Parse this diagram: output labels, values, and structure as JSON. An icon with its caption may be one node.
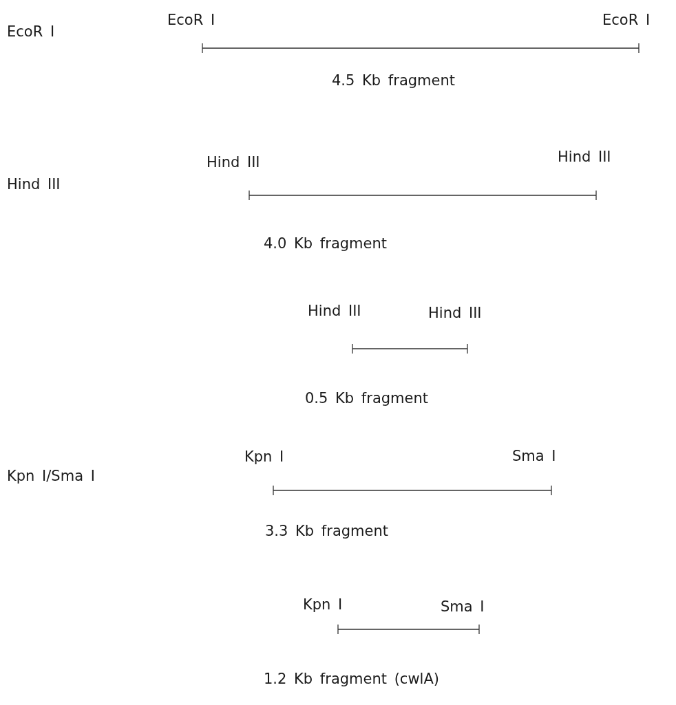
{
  "diagram": {
    "labels": [
      "EcoR I",
      "EcoR I",
      "EcoR I",
      "4.5 Kb fragment",
      "Hind III",
      "Hind III",
      "Hind III",
      "4.0 Kb fragment",
      "Hind III",
      "Hind III",
      "0.5 Kb fragment",
      "Kpn I/Sma I",
      "Kpn I",
      "Sma I",
      "3.3 Kb fragment",
      "Kpn I",
      "Sma I",
      "1.2 Kb fragment (cwlA)"
    ]
  }
}
